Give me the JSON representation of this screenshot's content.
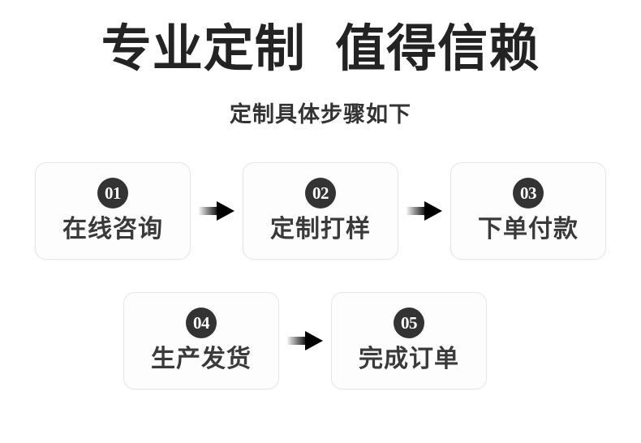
{
  "heading": {
    "title": "专业定制  值得信赖",
    "subtitle": "定制具体步骤如下"
  },
  "colors": {
    "background": "#ffffff",
    "title_text": "#232323",
    "subtitle_text": "#333333",
    "card_border": "#e6e6e6",
    "card_fill": "#fdfdfd",
    "badge_fill": "#333333",
    "badge_text": "#ffffff",
    "label_text": "#3a3a3a",
    "arrow_head": "#000000",
    "arrow_tail_start": "#f2f2f2"
  },
  "steps": {
    "row1": [
      {
        "number": "01",
        "label": "在线咨询",
        "icon": "step-badge-circle"
      },
      {
        "number": "02",
        "label": "定制打样",
        "icon": "step-badge-circle"
      },
      {
        "number": "03",
        "label": "下单付款",
        "icon": "step-badge-circle"
      }
    ],
    "row2": [
      {
        "number": "04",
        "label": "生产发货",
        "icon": "step-badge-circle"
      },
      {
        "number": "05",
        "label": "完成订单",
        "icon": "step-badge-circle"
      }
    ],
    "arrow_icon": "arrow-right-icon"
  }
}
